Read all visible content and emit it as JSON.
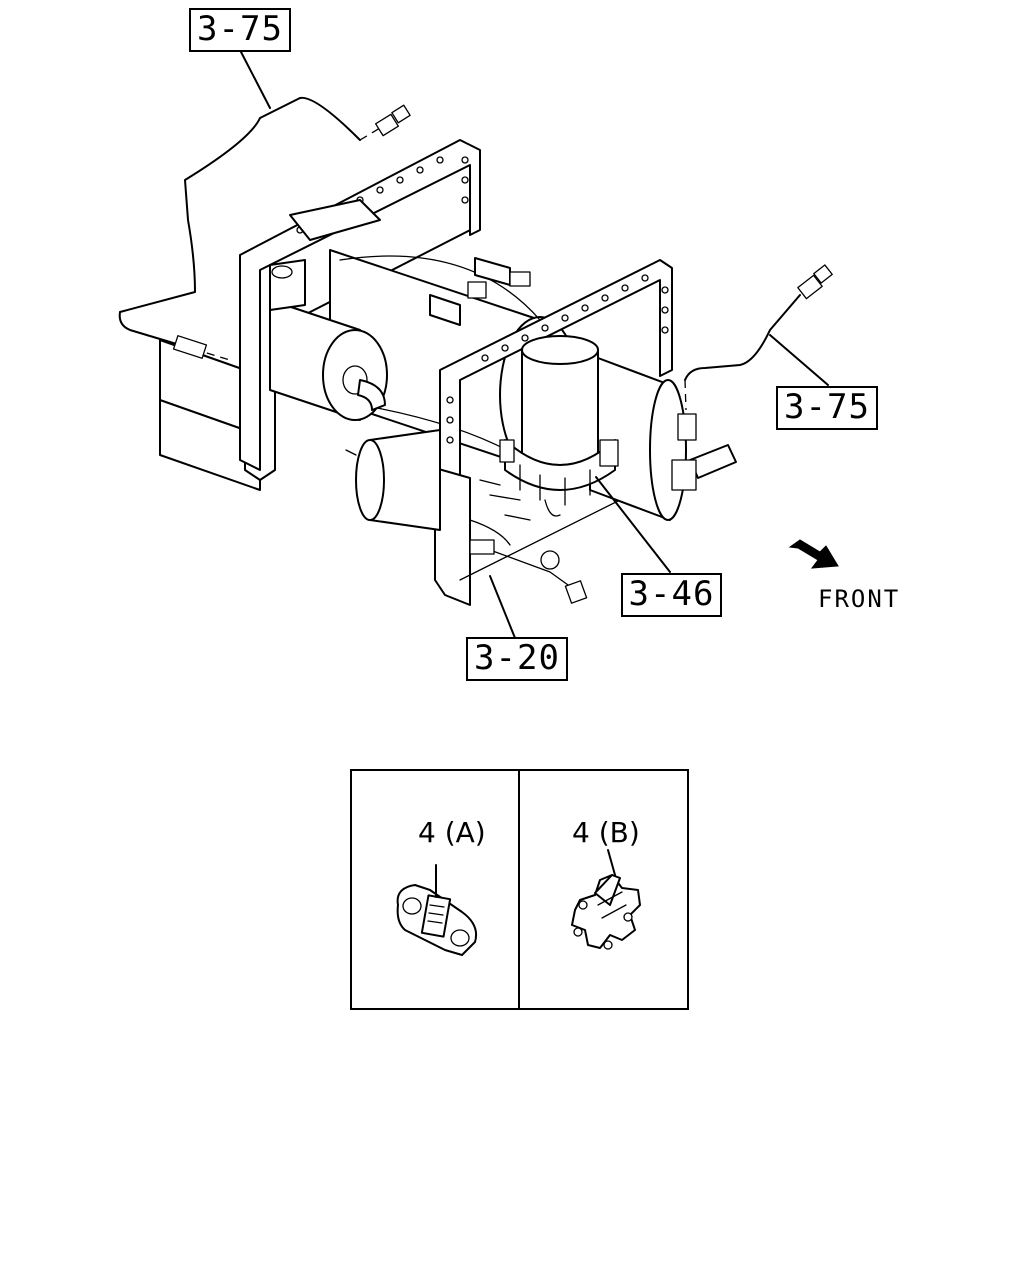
{
  "callouts": {
    "pipe_top": "3-75",
    "pipe_right": "3-75",
    "dryer": "3-46",
    "harness": "3-20"
  },
  "front_label": "FRONT",
  "details": {
    "a_label": "4 (A)",
    "b_label": "4 (B)"
  }
}
